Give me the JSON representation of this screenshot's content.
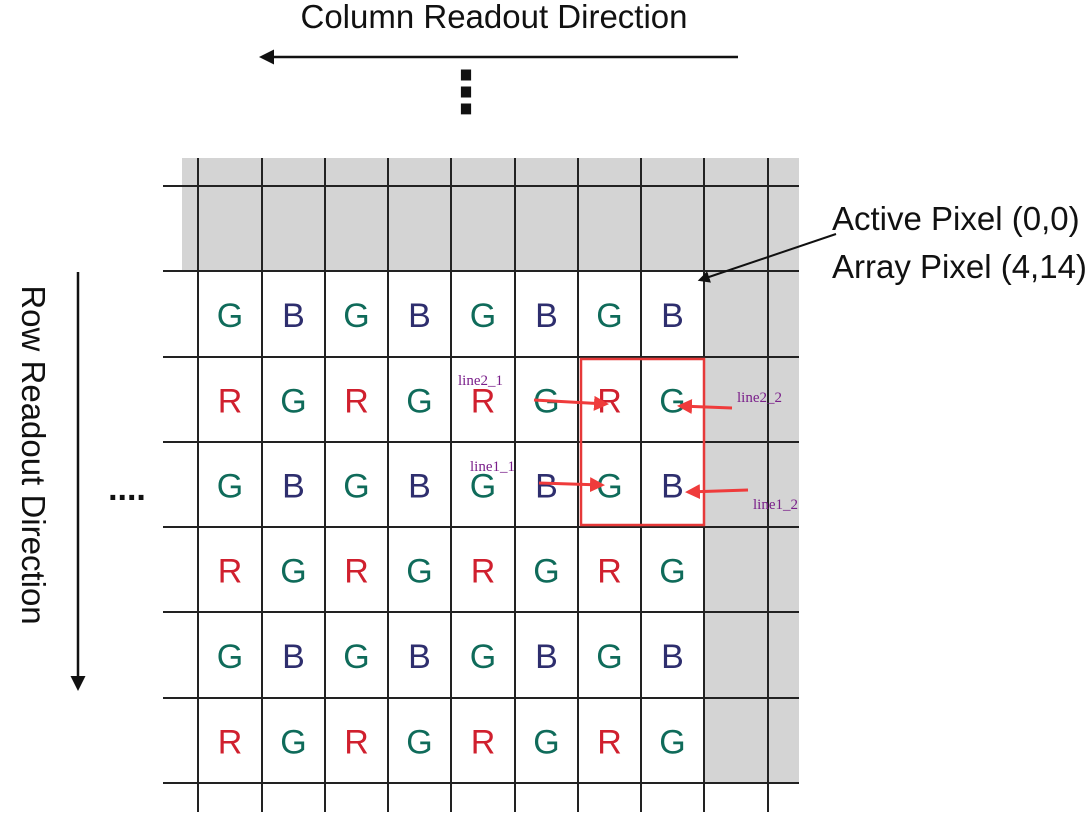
{
  "column_direction_label": "Column Readout Direction",
  "row_direction_label": "Row Readout Direction",
  "vertical_ellipsis": "⋮",
  "horizontal_ellipsis": "....",
  "annotation": {
    "line_1": "Active Pixel (0,0)",
    "line_2": "Array Pixel (4,14)"
  },
  "grid": {
    "rows": [
      [
        "G",
        "B",
        "G",
        "B",
        "G",
        "B",
        "G",
        "B"
      ],
      [
        "R",
        "G",
        "R",
        "G",
        "R",
        "G",
        "R",
        "G"
      ],
      [
        "G",
        "B",
        "G",
        "B",
        "G",
        "B",
        "G",
        "B"
      ],
      [
        "R",
        "G",
        "R",
        "G",
        "R",
        "G",
        "R",
        "G"
      ],
      [
        "G",
        "B",
        "G",
        "B",
        "G",
        "B",
        "G",
        "B"
      ],
      [
        "R",
        "G",
        "R",
        "G",
        "R",
        "G",
        "R",
        "G"
      ]
    ]
  },
  "callouts": [
    {
      "name": "line2-1",
      "label": "line2_1"
    },
    {
      "name": "line2-2",
      "label": "line2_2"
    },
    {
      "name": "line1-1",
      "label": "line1_1"
    },
    {
      "name": "line1-2",
      "label": "line1_2"
    }
  ],
  "colors": {
    "R": "#d0202e",
    "G": "#0f6b5a",
    "B": "#2e2e6e",
    "inactive_fill": "#d4d4d4",
    "grid_line": "#222222",
    "highlight_box": "#e63939",
    "callout_arrow": "#ef3b3b",
    "callout_text": "#7a1f8a"
  }
}
